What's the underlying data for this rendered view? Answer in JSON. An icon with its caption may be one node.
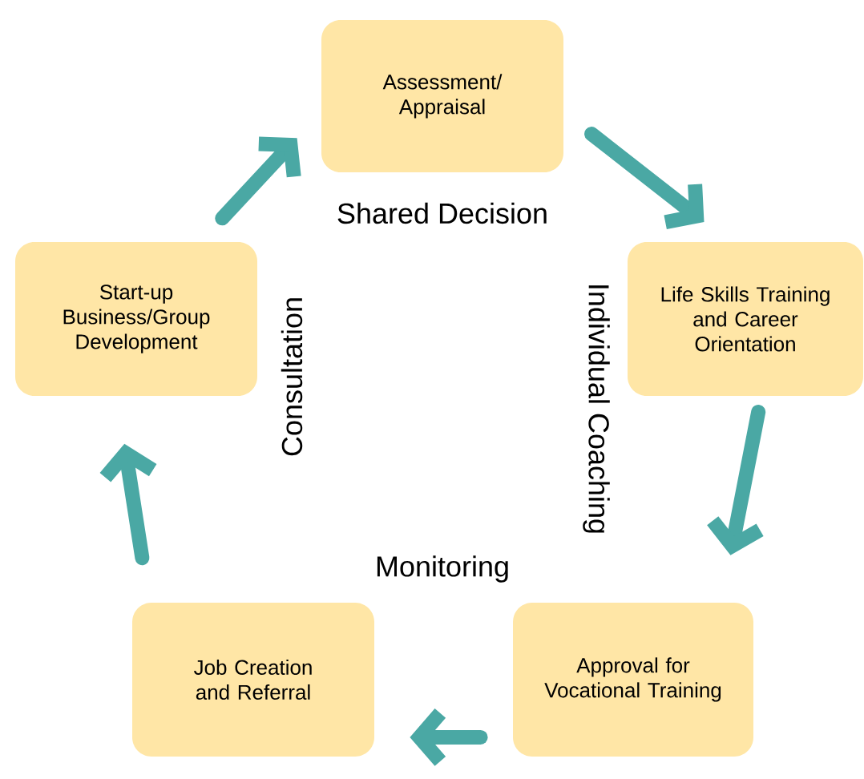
{
  "diagram": {
    "nodes": [
      {
        "text": [
          "Assessment/ Appraisal"
        ]
      },
      {
        "text": [
          "Life Skills Training and Career Orientation"
        ]
      },
      {
        "text": [
          "Approval for Vocational Training"
        ]
      },
      {
        "text": [
          "Job Creation and Referral"
        ]
      },
      {
        "text": [
          "Start-up Business/Group Development"
        ]
      }
    ],
    "edges": [
      {
        "from": 0,
        "to": 1,
        "arrow": "to"
      },
      {
        "from": 1,
        "to": 2,
        "arrow": "to"
      },
      {
        "from": 2,
        "to": 3,
        "arrow": "to"
      },
      {
        "from": 3,
        "to": 4,
        "arrow": "to"
      },
      {
        "from": 4,
        "to": 0,
        "arrow": "to"
      }
    ],
    "labels": [
      "Shared Decision",
      "Individual Coaching",
      "Monitoring",
      "Consultation"
    ]
  }
}
